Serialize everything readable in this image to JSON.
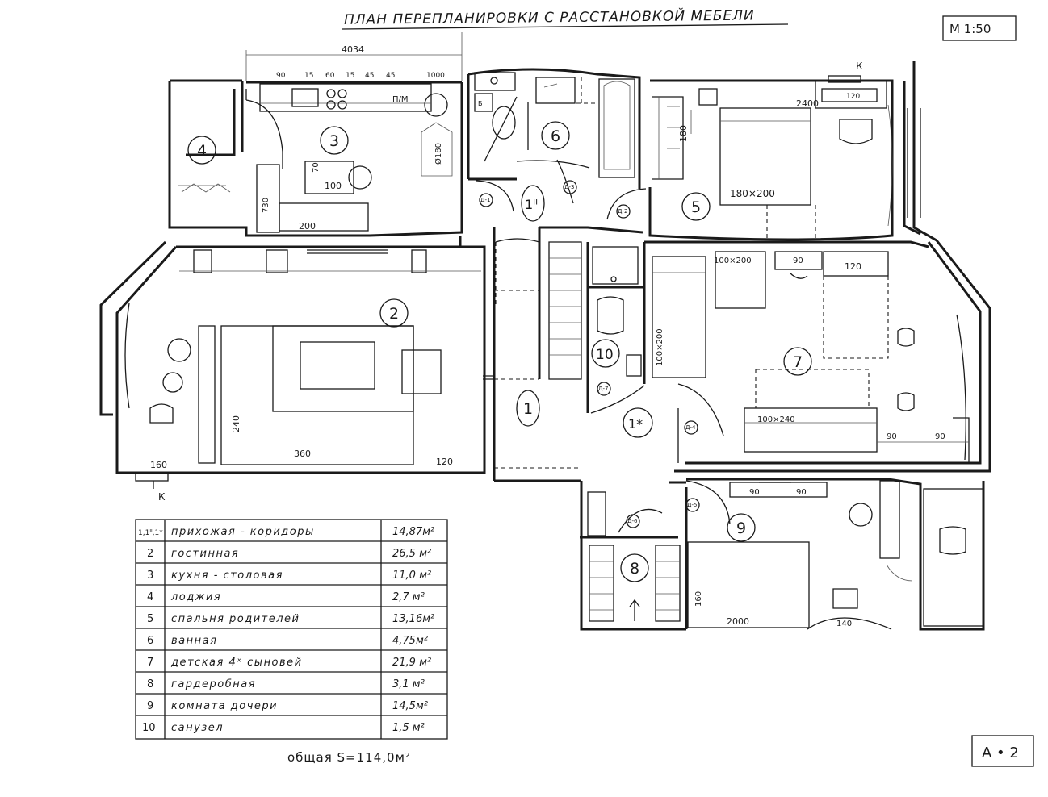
{
  "sheet": {
    "title": "ПЛАН ПЕРЕПЛАНИРОВКИ С РАССТАНОВКОЙ МЕБЕЛИ",
    "scale": "М 1:50",
    "sheet_code": "А • 2",
    "total_area": "общая S=114,0м²"
  },
  "dimensions": {
    "overall": "4034",
    "kitchen_top": [
      "90",
      "15",
      "60",
      "15",
      "45",
      "45",
      "1000"
    ],
    "kitchen_table": "100",
    "kitchen_table_depth": "70",
    "kitchen_side": "730",
    "kitchen_length": "200",
    "kitchen_round": "Ø180",
    "kitchen_pm": "П/М",
    "bed_room5": "180×200",
    "room5_width": "2400",
    "room5_height": "180",
    "room5_desk": "120",
    "living_depth": "240",
    "living_sofa": "360",
    "living_right": "120",
    "living_left": "160",
    "room7_bed_top": "100×200",
    "room7_desk_top": "90",
    "room7_desk_right": "120",
    "room7_bed_side": "100×200",
    "room7_bed_bottom": "100×240",
    "room7_gap1": "90",
    "room7_gap2": "90",
    "room9_desk1": "90",
    "room9_desk2": "90",
    "room9_side": "160",
    "room9_length": "2000",
    "room9_bed": "140",
    "radiator_k1": "К",
    "radiator_k2": "К",
    "bath_b": "Б"
  },
  "rooms": [
    {
      "num": "1"
    },
    {
      "num": "1ᴵᴵ"
    },
    {
      "num": "1*"
    },
    {
      "num": "2"
    },
    {
      "num": "3"
    },
    {
      "num": "4"
    },
    {
      "num": "5"
    },
    {
      "num": "6"
    },
    {
      "num": "7"
    },
    {
      "num": "8"
    },
    {
      "num": "9"
    },
    {
      "num": "10"
    }
  ],
  "doors": [
    "Д-1",
    "Д-2",
    "Д-3",
    "Д-4",
    "Д-5",
    "Д-6",
    "Д-7"
  ],
  "legend": [
    {
      "num": "1,1ᴵᴵ,1*",
      "name": "прихожая - коридоры",
      "area": "14,87м²"
    },
    {
      "num": "2",
      "name": "гостинная",
      "area": "26,5 м²"
    },
    {
      "num": "3",
      "name": "кухня - столовая",
      "area": "11,0 м²"
    },
    {
      "num": "4",
      "name": "лоджия",
      "area": "2,7 м²"
    },
    {
      "num": "5",
      "name": "спальня родителей",
      "area": "13,16м²"
    },
    {
      "num": "6",
      "name": "ванная",
      "area": "4,75м²"
    },
    {
      "num": "7",
      "name": "детская 4ˣ сыновей",
      "area": "21,9 м²"
    },
    {
      "num": "8",
      "name": "гардеробная",
      "area": "3,1 м²"
    },
    {
      "num": "9",
      "name": "комната дочери",
      "area": "14,5м²"
    },
    {
      "num": "10",
      "name": "санузел",
      "area": "1,5 м²"
    }
  ]
}
